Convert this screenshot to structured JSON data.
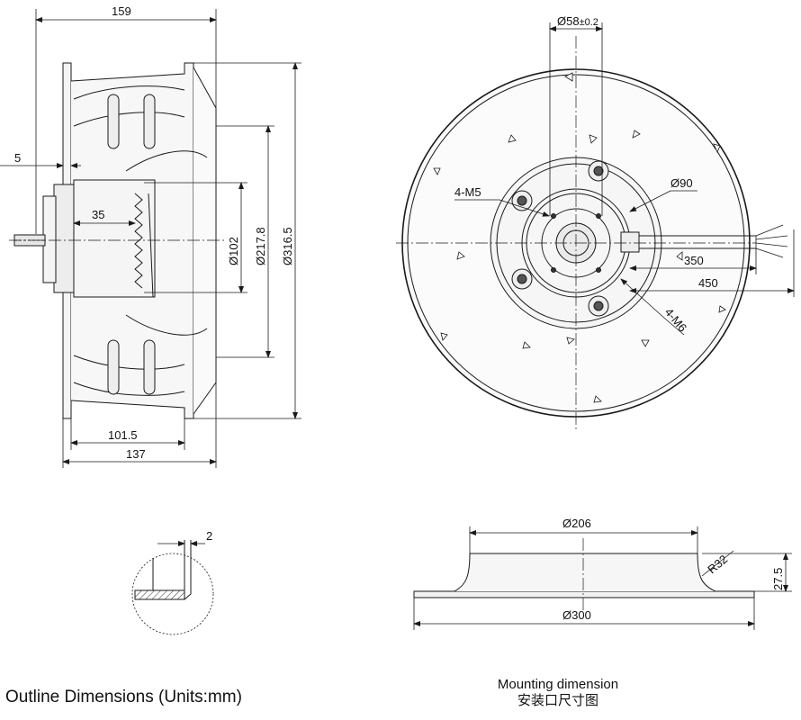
{
  "side_view": {
    "dims": {
      "width_top": "159",
      "flange": "5",
      "shaft": "35",
      "d102": "Ø102",
      "d217": "Ø217.8",
      "d316": "Ø316.5",
      "w101": "101.5",
      "w137": "137"
    }
  },
  "front_view": {
    "dims": {
      "d58": "Ø58",
      "d58_tol": "±0.2",
      "m5": "4-M5",
      "d90": "Ø90",
      "l350": "350",
      "l450": "450",
      "m6": "4-M6"
    }
  },
  "detail_view": {
    "dim": "2"
  },
  "mounting_view": {
    "dims": {
      "d206": "Ø206",
      "r32": "R32",
      "h27": "27.5",
      "d300": "Ø300"
    }
  },
  "captions": {
    "outline": "Outline Dimensions (Units:mm)",
    "mounting_en": "Mounting dimension",
    "mounting_cn": "安装口尺寸图"
  },
  "colors": {
    "line": "#1a1a1a",
    "fill": "#f2f2f2",
    "shade": "#dcdcdc"
  }
}
